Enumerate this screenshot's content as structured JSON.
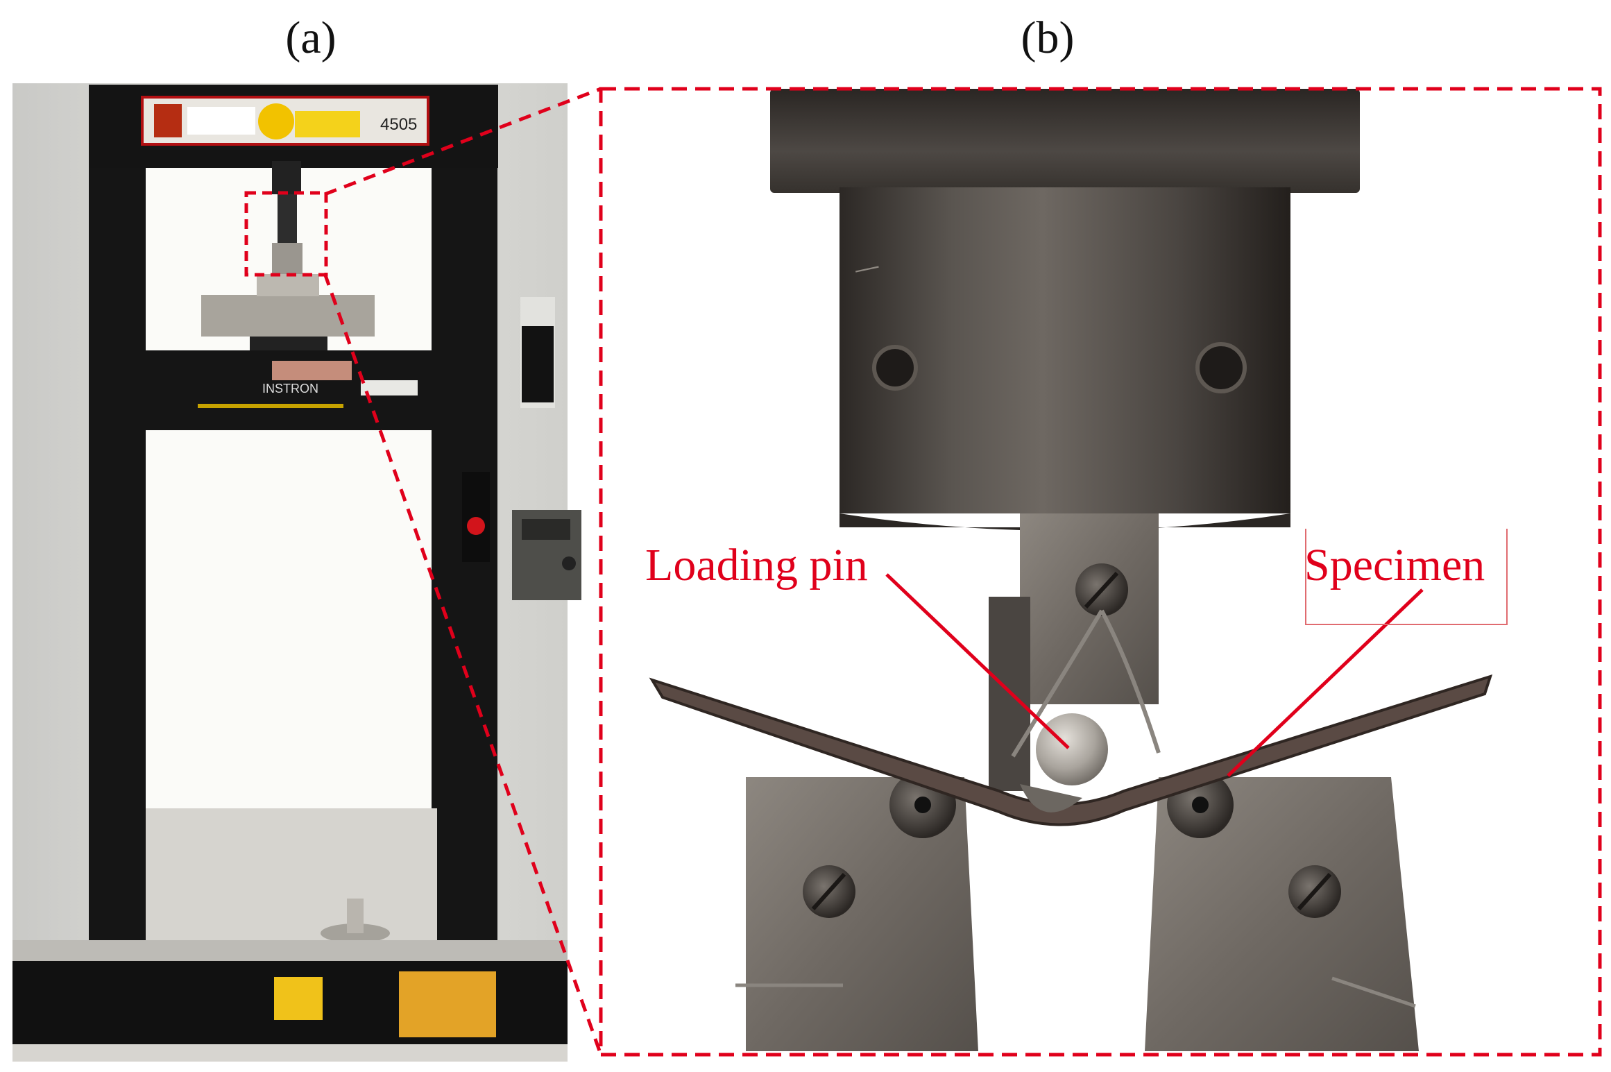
{
  "panels": {
    "a_label": "(a)",
    "b_label": "(b)"
  },
  "annotations": {
    "loading_pin": "Loading pin",
    "specimen": "Specimen"
  },
  "machine": {
    "model": "4505",
    "brand": "INSTRON"
  },
  "colors": {
    "annotation": "#e0001b",
    "frame_black": "#151515",
    "steel_dark": "#3f3b37"
  }
}
